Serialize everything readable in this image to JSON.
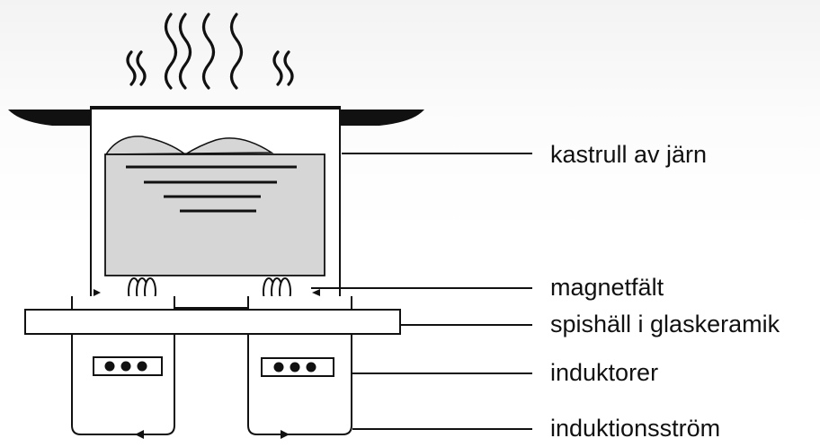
{
  "labels": {
    "pan": "kastrull av järn",
    "field": "magnetfält",
    "hob": "spishäll i glaskeramik",
    "inductors": "induktorer",
    "current": "induktionsström"
  },
  "colors": {
    "line": "#111111",
    "pan_fill": "#ffffff",
    "food_fill": "#d6d6d6",
    "coil_fill": "#ffffff",
    "hob_fill": "#ffffff",
    "background_top": "#f3f3f3",
    "background_bottom": "#ffffff"
  },
  "icons": {
    "steam": "steam-waves-icon",
    "coil": "coil-icon",
    "control": "three-dots-icon"
  }
}
